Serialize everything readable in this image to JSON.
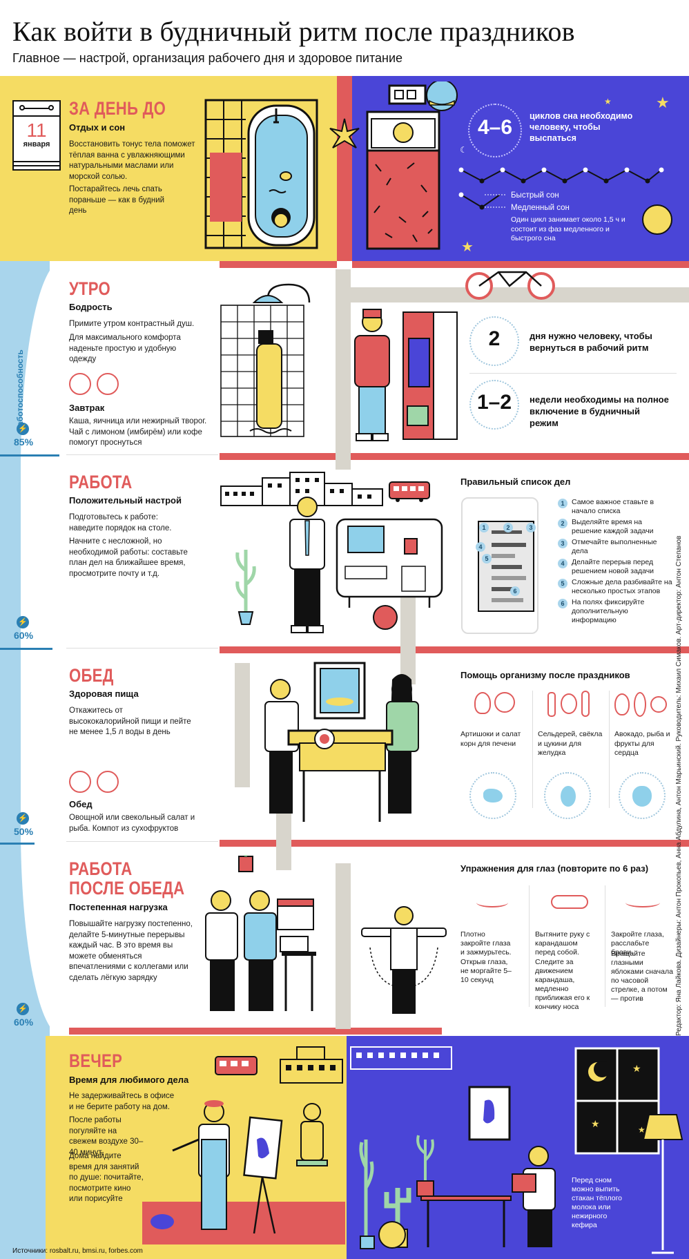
{
  "header": {
    "title": "Как войти в будничный ритм после праздников",
    "subtitle": "Главное — настрой, организация рабочего дня и здоровое питание"
  },
  "calendar": {
    "day": "11",
    "month": "января"
  },
  "sections": {
    "day_before": {
      "heading": "ЗА ДЕНЬ ДО",
      "sub": "Отдых и сон",
      "p1": "Восстановить тонус тела поможет тёплая ванна с увлажняющими натуральными маслами или морской солью.",
      "p2": "Постарайтесь лечь спать пораньше — как в будний день"
    },
    "morning": {
      "heading": "УТРО",
      "sub": "Бодрость",
      "p1": "Примите утром контрастный душ.",
      "p2": "Для максимального комфорта наденьте простую и удобную одежду",
      "sub2": "Завтрак",
      "p3": "Каша, яичница или нежирный творог. Чай с лимоном (имбирём) или кофе помогут проснуться"
    },
    "work": {
      "heading": "РАБОТА",
      "sub": "Положительный настрой",
      "p1": "Подготовьтесь к работе: наведите порядок на столе.",
      "p2": "Начните с несложной, но необходимой работы: составьте план дел на ближайшее время, просмотрите почту и т.д."
    },
    "lunch": {
      "heading": "ОБЕД",
      "sub": "Здоровая пища",
      "p1": "Откажитесь от высококалорийной пищи и пейте не менее 1,5 л воды в день",
      "sub2": "Обед",
      "p2": "Овощной или свекольный салат и рыба. Компот из сухофруктов"
    },
    "after_lunch": {
      "heading1": "РАБОТА",
      "heading2": "ПОСЛЕ ОБЕДА",
      "sub": "Постепенная нагрузка",
      "p1": "Повышайте нагрузку постепенно, делайте 5-минутные перерывы каждый час. В это время вы можете обменяться впечатлениями с коллегами или сделать лёгкую зарядку"
    },
    "evening": {
      "heading": "ВЕЧЕР",
      "sub": "Время для любимого дела",
      "p1": "Не задерживайтесь в офисе и не берите работу на дом.",
      "p2": "После работы погуляйте на свежем воздухе 30–40 минут.",
      "p3": "Дома найдите время для занятий по душе: почитайте, посмотрите кино или порисуйте",
      "tea": "Перед сном можно выпить стакан тёплого молока или нежирного кефира"
    }
  },
  "sleep": {
    "big": "4–6",
    "caption": "циклов сна необходимо человеку, чтобы выспаться",
    "legend_fast": "Быстрый сон",
    "legend_slow": "Медленный сон",
    "note": "Один цикл занимает около 1,5 ч и состоит из фаз медленного и быстрого сна"
  },
  "stats": [
    {
      "value": "2",
      "text": "дня нужно человеку, чтобы вернуться в рабочий ритм"
    },
    {
      "value": "1–2",
      "text": "недели необходимы на полное включение в будничный режим"
    }
  ],
  "performance": {
    "label": "Работоспособность",
    "levels": [
      "85%",
      "60%",
      "50%",
      "60%"
    ]
  },
  "todo": {
    "title": "Правильный список дел",
    "items": [
      "Самое важное ставьте в начало списка",
      "Выделяйте время на решение каждой задачи",
      "Отмечайте выполненные дела",
      "Делайте перерыв перед решением новой задачи",
      "Сложные дела разбивайте на несколько простых этапов",
      "На полях фиксируйте дополнительную информацию"
    ],
    "numbers": [
      "1",
      "2",
      "3",
      "4",
      "5",
      "6"
    ]
  },
  "body_help": {
    "title": "Помощь организму после праздников",
    "cols": [
      "Артишоки и салат корн для печени",
      "Сельдерей, свёкла и цукини для желудка",
      "Авокадо, рыба и фрукты для сердца"
    ]
  },
  "eyes": {
    "title": "Упражнения для глаз (повторите по 6 раз)",
    "cols": [
      {
        "a": "Плотно закройте глаза и зажмурьтесь.",
        "b": "Открыв глаза, не моргайте 5–10 секунд"
      },
      {
        "a": "Вытяните руку с карандашом перед собой.",
        "b": "Следите за движением карандаша, медленно приближая его к кончику носа"
      },
      {
        "a": "Закройте глаза, расслабьте брови.",
        "b": "Вращайте глазными яблоками сначала по часовой стрелке, а потом — против"
      }
    ]
  },
  "credits": "Редактор: Яна Лайкова. Дизайнеры: Антон Прокопьев, Анна Абдулина, Антон Марьинский. Руководитель: Михаил Симаков. Арт-директор: Антон Степанов",
  "sources": "Источники: rosbalt.ru, bmsi.ru, forbes.com",
  "colors": {
    "yellow": "#f5dc63",
    "blue": "#4a45d7",
    "red": "#e05b5b",
    "sky": "#a9d5ec"
  }
}
